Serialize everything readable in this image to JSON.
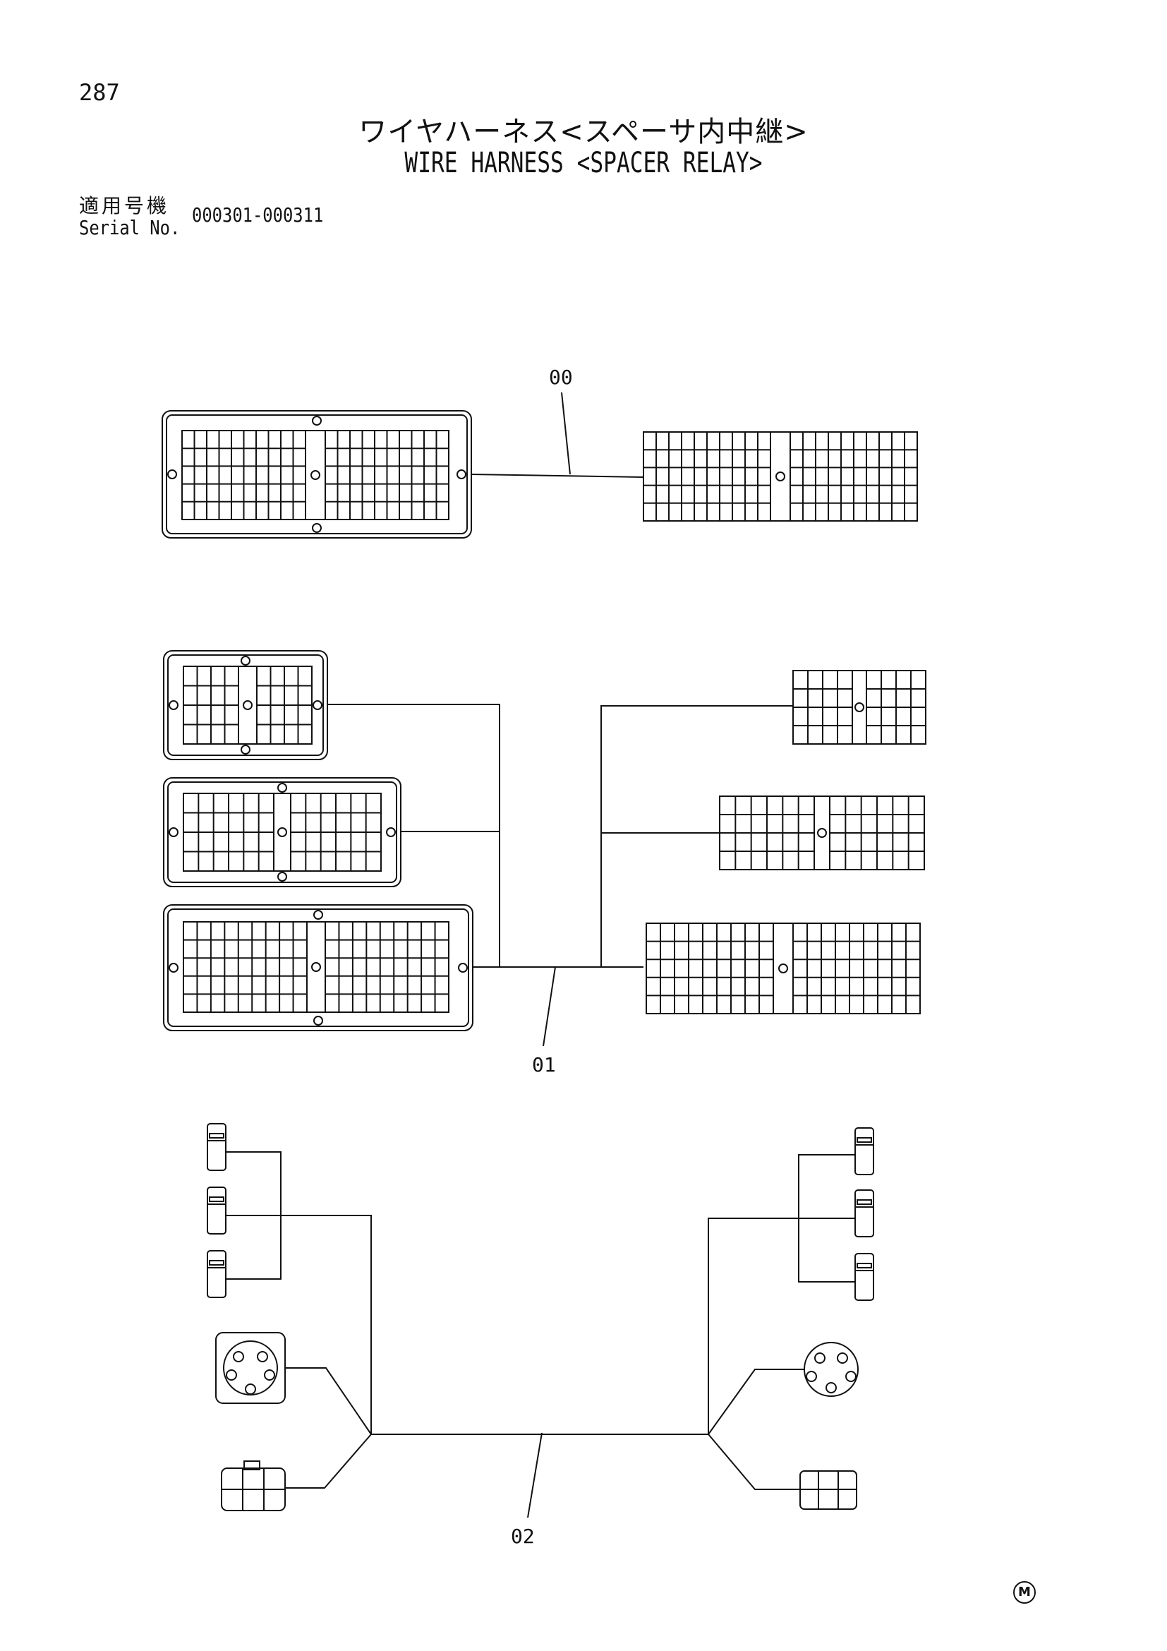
{
  "page": {
    "number": "287",
    "title_jp": "ワイヤハーネス<スペーサ内中継>",
    "title_en": "WIRE HARNESS <SPACER RELAY>",
    "serial_label_jp": "適用号機",
    "serial_label_en": "Serial No.",
    "serial_range": "000301-000311",
    "footer_mark": "M"
  },
  "parts": [
    {
      "ref": "00"
    },
    {
      "ref": "01"
    },
    {
      "ref": "02"
    }
  ]
}
